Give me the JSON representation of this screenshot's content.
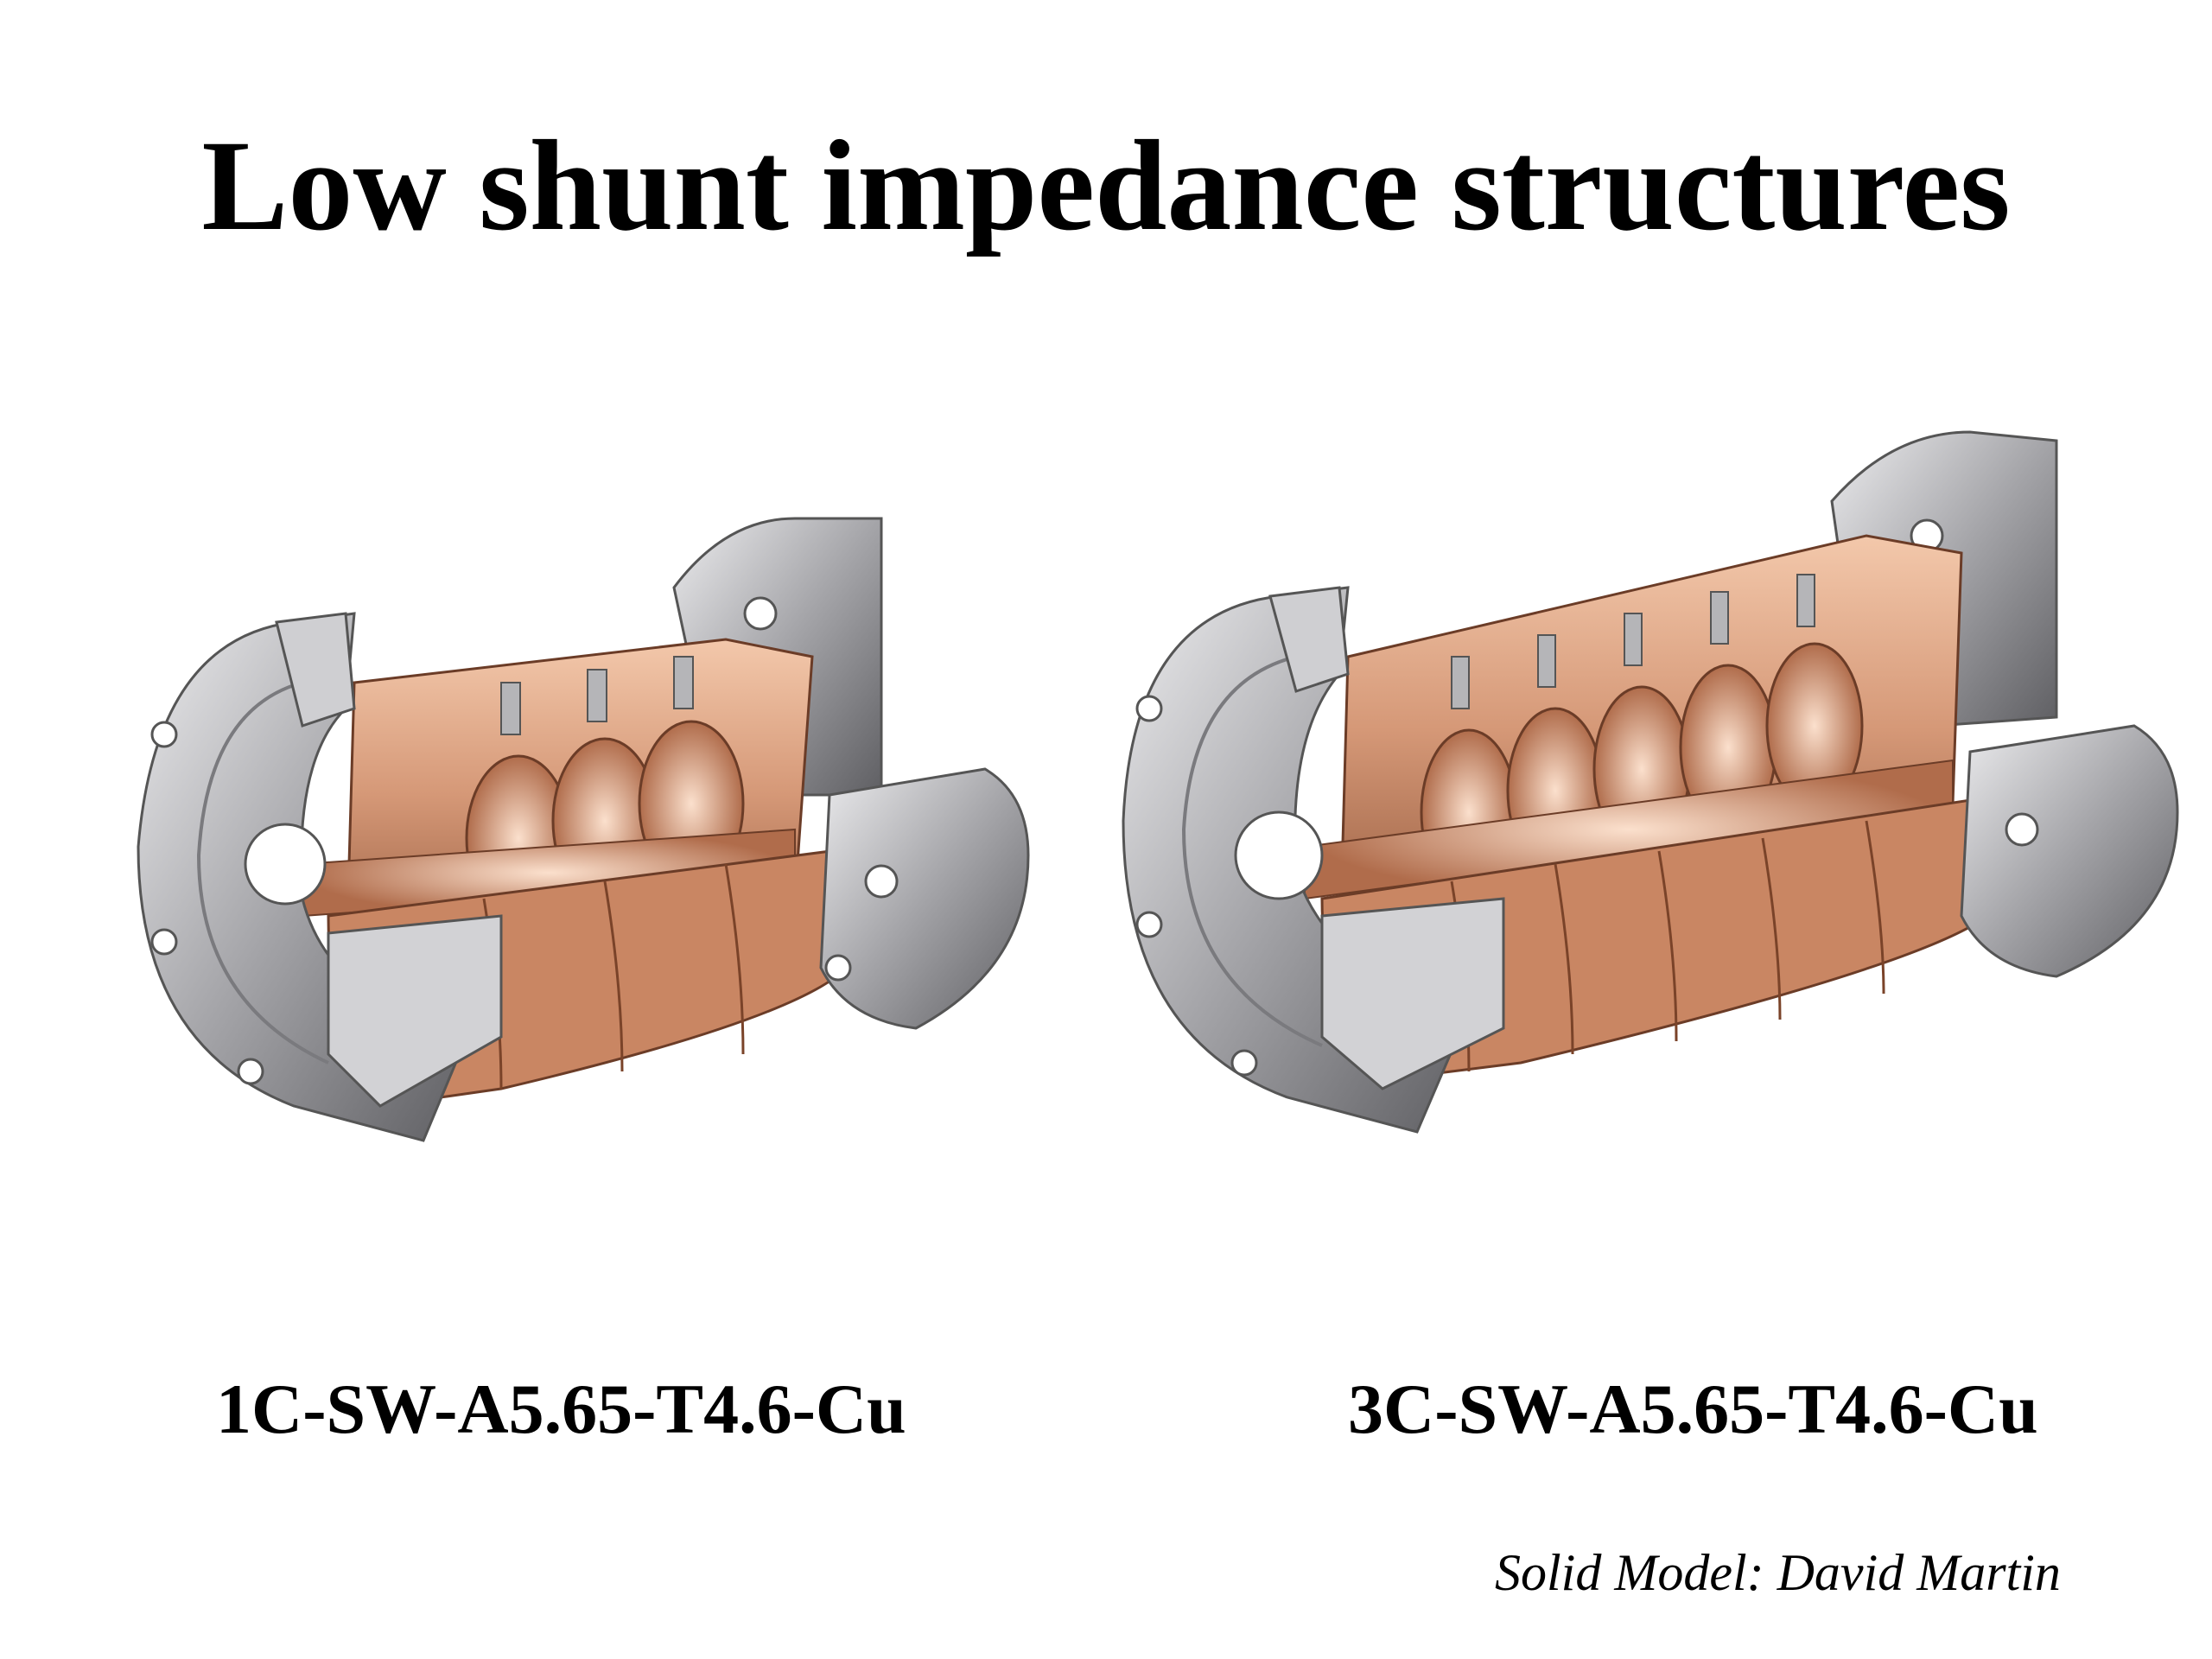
{
  "slide": {
    "title": "Low shunt impedance structures",
    "models": [
      {
        "label": "1C-SW-A5.65-T4.6-Cu",
        "cells": 3,
        "image": "copper accelerator structure cutaway with stainless flanges"
      },
      {
        "label": "3C-SW-A5.65-T4.6-Cu",
        "cells": 5,
        "image": "copper accelerator structure cutaway with stainless flanges"
      }
    ],
    "credit": "Solid Model: David Martin"
  },
  "colors": {
    "copper": "#c98663",
    "copper_dark": "#8a4f33",
    "copper_light": "#f0c3a6",
    "steel": "#9a9a9d",
    "steel_dark": "#5e5e62",
    "steel_light": "#e2e2e4"
  }
}
